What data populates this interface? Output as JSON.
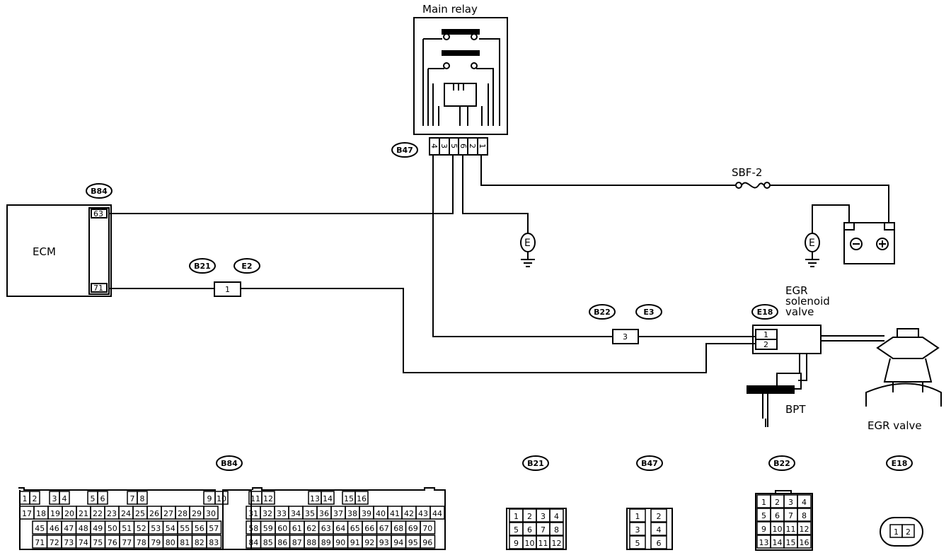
{
  "labels": {
    "main_relay": "Main relay",
    "ecm": "ECM",
    "sbf": "SBF-2",
    "egr_solenoid_1": "EGR",
    "egr_solenoid_2": "solenoid",
    "egr_solenoid_3": "valve",
    "bpt": "BPT",
    "egr_valve": "EGR valve",
    "ground": "E",
    "battery_neg": "⊖",
    "battery_pos": "⊕"
  },
  "connectors": {
    "b47": "B47",
    "b84": "B84",
    "b21": "B21",
    "e2": "E2",
    "b22": "B22",
    "e3": "E3",
    "e18": "E18"
  },
  "pins": {
    "ecm_63": "63",
    "ecm_71": "71",
    "b21_e2": "1",
    "b22_e3": "3",
    "e18_1": "1",
    "e18_2": "2",
    "b47_pins": [
      "4",
      "3",
      "5",
      "6",
      "2",
      "1"
    ]
  },
  "legend": {
    "b84_title": "B84",
    "b21_title": "B21",
    "b47_title": "B47",
    "b22_title": "B22",
    "e18_title": "E18",
    "b84_row1": [
      {
        "t": "1",
        "w": 14
      },
      {
        "t": "2",
        "w": 14
      },
      {
        "gap": 14
      },
      {
        "t": "3",
        "w": 14
      },
      {
        "t": "4",
        "w": 14
      },
      {
        "gap": 26
      },
      {
        "t": "5",
        "w": 14
      },
      {
        "t": "6",
        "w": 14
      },
      {
        "gap": 28
      },
      {
        "t": "7",
        "w": 14
      },
      {
        "t": "8",
        "w": 14
      },
      {
        "gap": 80
      },
      {
        "t": "9",
        "w": 16
      },
      {
        "t": "10",
        "w": 18
      },
      {
        "gap": 30
      },
      {
        "t": "11",
        "w": 18
      },
      {
        "t": "12",
        "w": 18
      },
      {
        "gap": 48
      },
      {
        "t": "13",
        "w": 18
      },
      {
        "t": "14",
        "w": 18
      },
      {
        "gap": 12
      },
      {
        "t": "15",
        "w": 18
      },
      {
        "t": "16",
        "w": 18
      }
    ],
    "b84_row2a": [
      "17",
      "18",
      "19",
      "20",
      "21",
      "22",
      "23",
      "24",
      "25",
      "26",
      "27",
      "28",
      "29",
      "30"
    ],
    "b84_row2b": [
      "31",
      "32",
      "33",
      "34",
      "35",
      "36",
      "37",
      "38",
      "39",
      "40",
      "41",
      "42",
      "43",
      "44"
    ],
    "b84_row3a": [
      "45",
      "46",
      "47",
      "48",
      "49",
      "50",
      "51",
      "52",
      "53",
      "54",
      "55",
      "56",
      "57"
    ],
    "b84_row3b": [
      "58",
      "59",
      "60",
      "61",
      "62",
      "63",
      "64",
      "65",
      "66",
      "67",
      "68",
      "69",
      "70"
    ],
    "b84_row4a": [
      "71",
      "72",
      "73",
      "74",
      "75",
      "76",
      "77",
      "78",
      "79",
      "80",
      "81",
      "82",
      "83"
    ],
    "b84_row4b": [
      "84",
      "85",
      "86",
      "87",
      "88",
      "89",
      "90",
      "91",
      "92",
      "93",
      "94",
      "95",
      "96"
    ],
    "b21_rows": [
      [
        "1",
        "2",
        "3",
        "4"
      ],
      [
        "5",
        "6",
        "7",
        "8"
      ],
      [
        "9",
        "10",
        "11",
        "12"
      ]
    ],
    "b47_rows": [
      [
        "1",
        "2"
      ],
      [
        "3",
        "4"
      ],
      [
        "5",
        "6"
      ]
    ],
    "b22_rows": [
      [
        "1",
        "2",
        "3",
        "4"
      ],
      [
        "5",
        "6",
        "7",
        "8"
      ],
      [
        "9",
        "10",
        "11",
        "12"
      ],
      [
        "13",
        "14",
        "15",
        "16"
      ]
    ],
    "e18_pins": [
      "1",
      "2"
    ]
  }
}
